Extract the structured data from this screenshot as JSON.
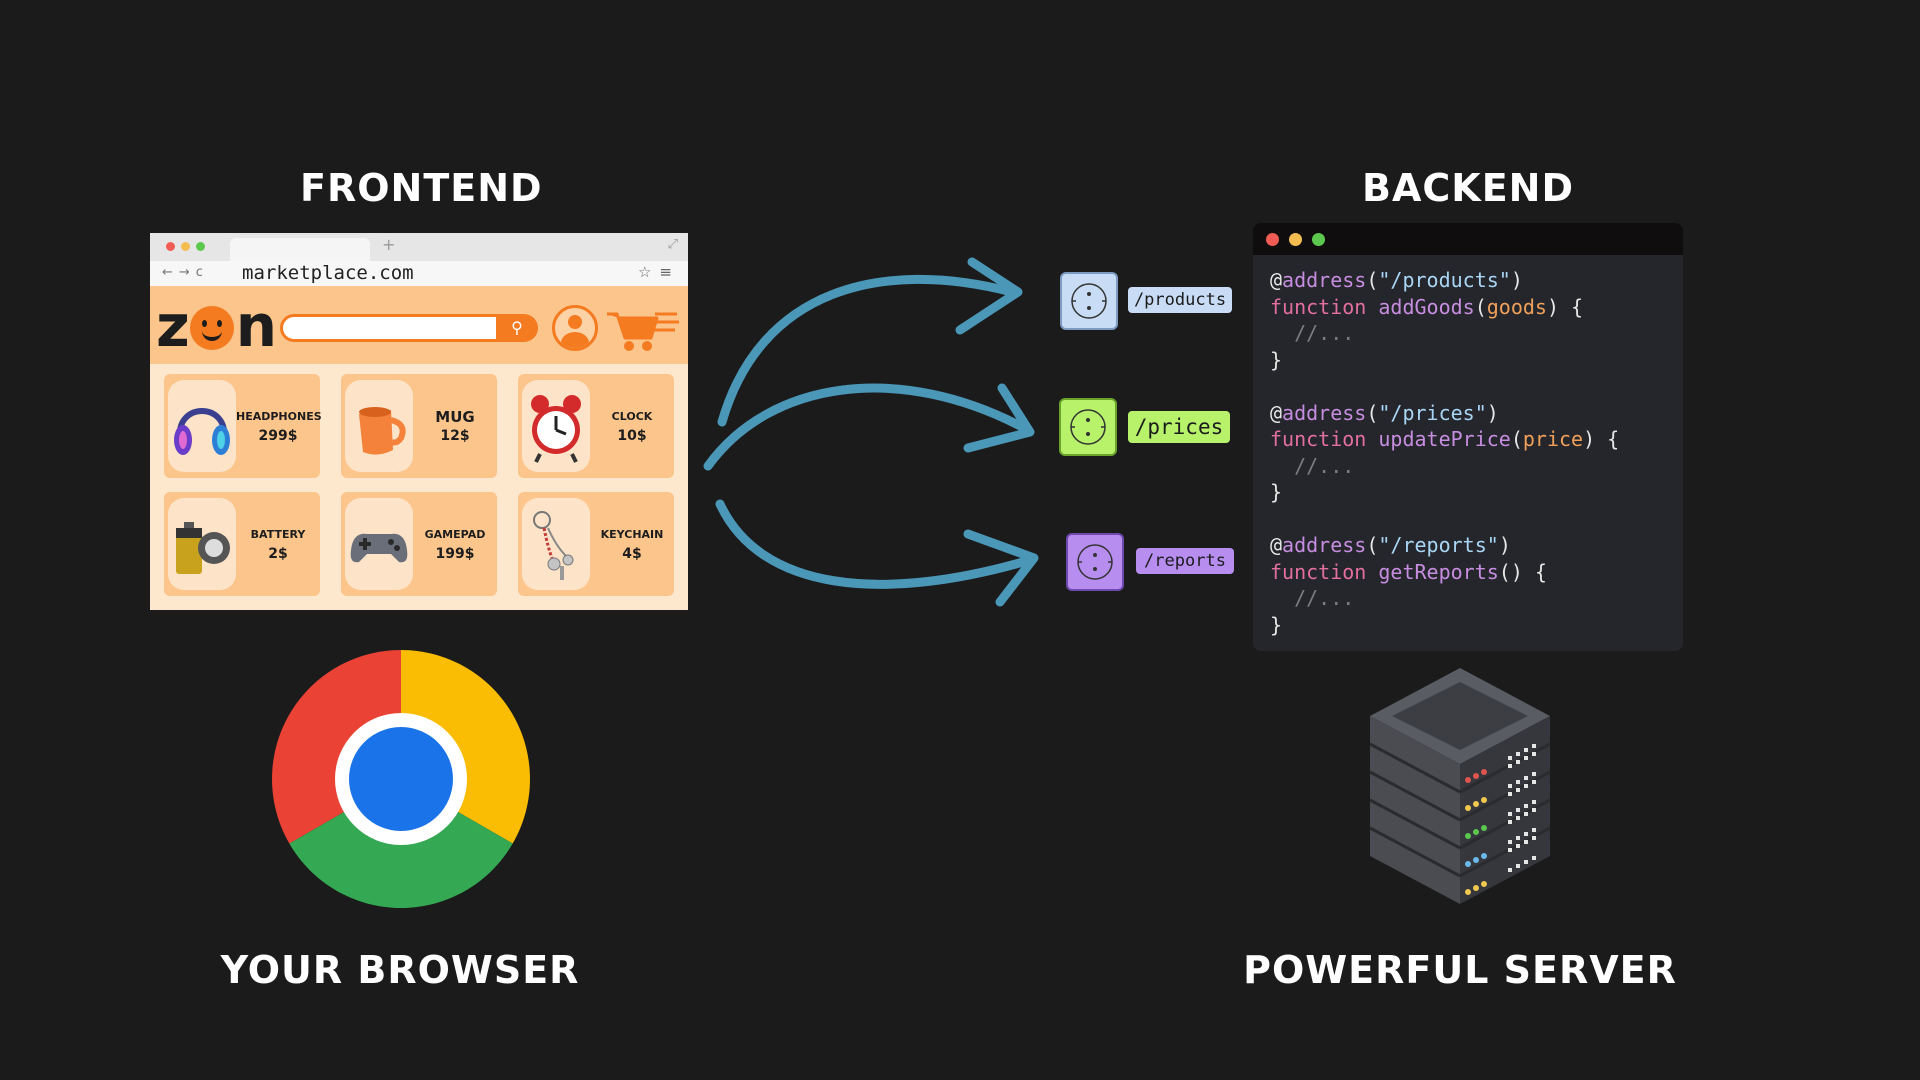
{
  "headings": {
    "frontend": "FRONTEND",
    "backend": "BACKEND",
    "browser": "YOUR BROWSER",
    "server": "POWERFUL SERVER"
  },
  "browser": {
    "url": "marketplace.com",
    "logo_left": "z",
    "logo_right": "n",
    "products": [
      {
        "name": "HEADPHONES",
        "price": "299$"
      },
      {
        "name": "MUG",
        "price": "12$"
      },
      {
        "name": "CLOCK",
        "price": "10$"
      },
      {
        "name": "BATTERY",
        "price": "2$"
      },
      {
        "name": "GAMEPAD",
        "price": "199$"
      },
      {
        "name": "KEYCHAIN",
        "price": "4$"
      }
    ]
  },
  "endpoints": [
    {
      "label": "/products",
      "color": "#c8dcf5"
    },
    {
      "label": "/prices",
      "color": "#b7f26a"
    },
    {
      "label": "/reports",
      "color": "#b78ef0"
    }
  ],
  "code": {
    "blocks": [
      {
        "route": "\"/products\"",
        "fn": "addGoods",
        "param": "goods"
      },
      {
        "route": "\"/prices\"",
        "fn": "updatePrice",
        "param": "price"
      },
      {
        "route": "\"/reports\"",
        "fn": "getReports",
        "param": ""
      }
    ],
    "decorator": "address",
    "keyword": "function",
    "comment": "//..."
  },
  "colors": {
    "background": "#1b1b1b",
    "arrow": "#4a97b8",
    "site_orange": "#f47b20",
    "site_bg": "#fde8cd"
  }
}
